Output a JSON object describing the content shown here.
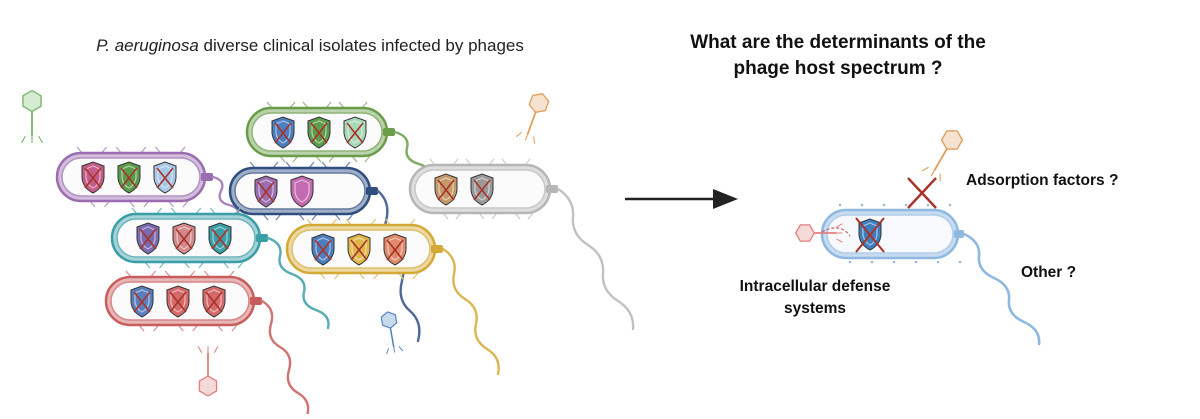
{
  "left_title": {
    "species": "P. aeruginosa",
    "rest": " diverse clinical isolates infected by phages"
  },
  "right_title": "What are the determinants of the phage host spectrum ?",
  "labels": {
    "adsorption": "Adsorption factors ?",
    "other": "Other  ?",
    "intracellular": "Intracellular defense systems"
  },
  "colors": {
    "purple": "#9a6db0",
    "green": "#6a9c4a",
    "navy": "#2f4f82",
    "grey": "#b6b6b6",
    "teal": "#3a9ea7",
    "gold": "#d4a936",
    "red": "#c95c5c",
    "lightblue": "#8fb8e0",
    "cross": "#a8332a",
    "arrow": "#222222"
  },
  "icons": [
    "phage-icon",
    "shield-icon",
    "cross-icon",
    "arrow-icon",
    "bacterium-icon",
    "flagellum-icon"
  ]
}
